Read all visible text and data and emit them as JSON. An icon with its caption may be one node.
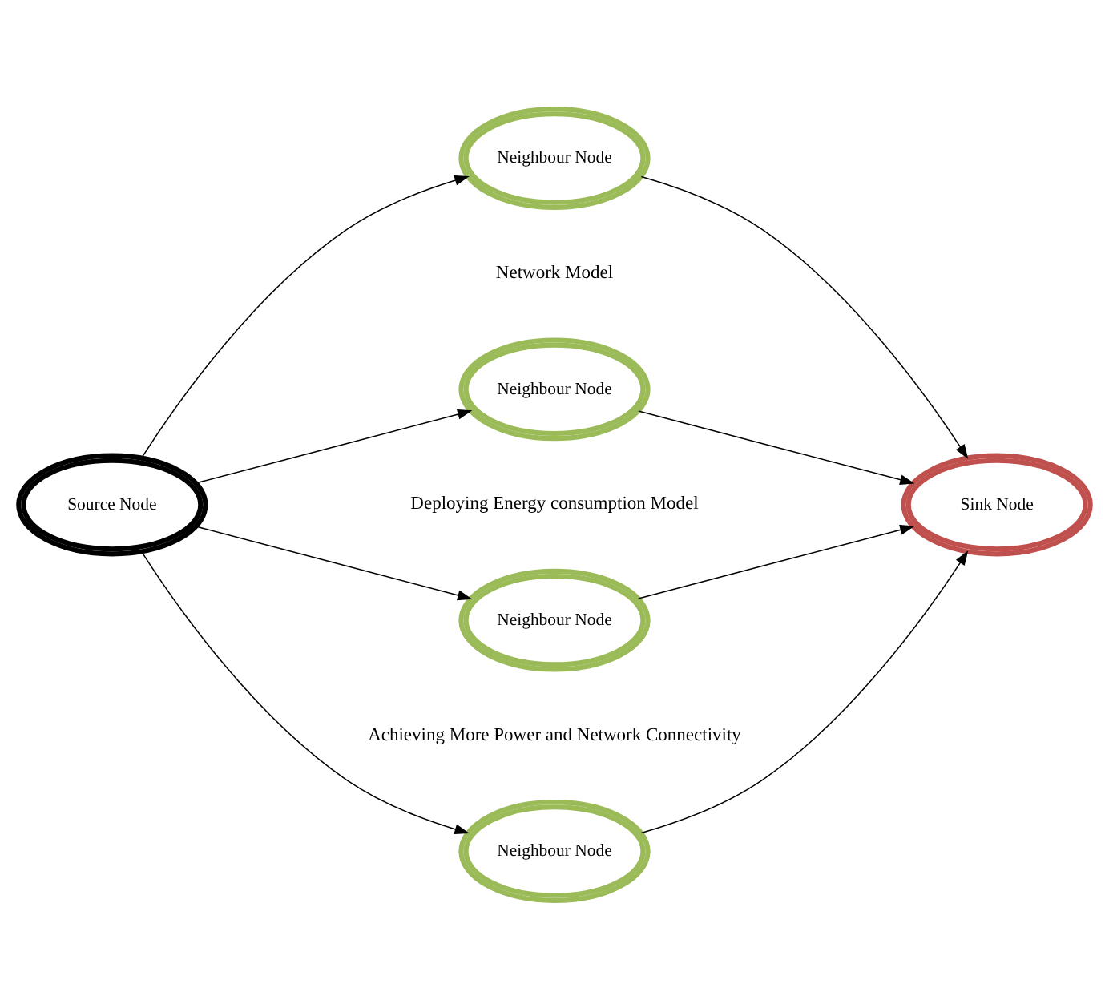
{
  "diagram": {
    "nodes": [
      {
        "text": [
          "Source Node"
        ]
      },
      {
        "text": [
          "Neighbour Node"
        ]
      },
      {
        "text": [
          "Neighbour Node"
        ]
      },
      {
        "text": [
          "Sink Node"
        ]
      },
      {
        "text": [
          "Neighbour Node"
        ]
      },
      {
        "text": [
          "Neighbour Node"
        ]
      }
    ],
    "edges": [
      {
        "from": 0,
        "to": 1,
        "arrow": "to"
      },
      {
        "from": 0,
        "to": 2,
        "arrow": "to"
      },
      {
        "from": 0,
        "to": 4,
        "arrow": "to"
      },
      {
        "from": 0,
        "to": 5,
        "arrow": "to"
      },
      {
        "from": 1,
        "to": 3,
        "arrow": "to"
      },
      {
        "from": 2,
        "to": 3,
        "arrow": "to"
      },
      {
        "from": 4,
        "to": 3,
        "arrow": "to"
      },
      {
        "from": 5,
        "to": 3,
        "arrow": "to"
      }
    ],
    "labels": [
      "Network Model",
      "Deploying Energy consumption Model",
      "Achieving More Power and Network Connectivity"
    ]
  }
}
